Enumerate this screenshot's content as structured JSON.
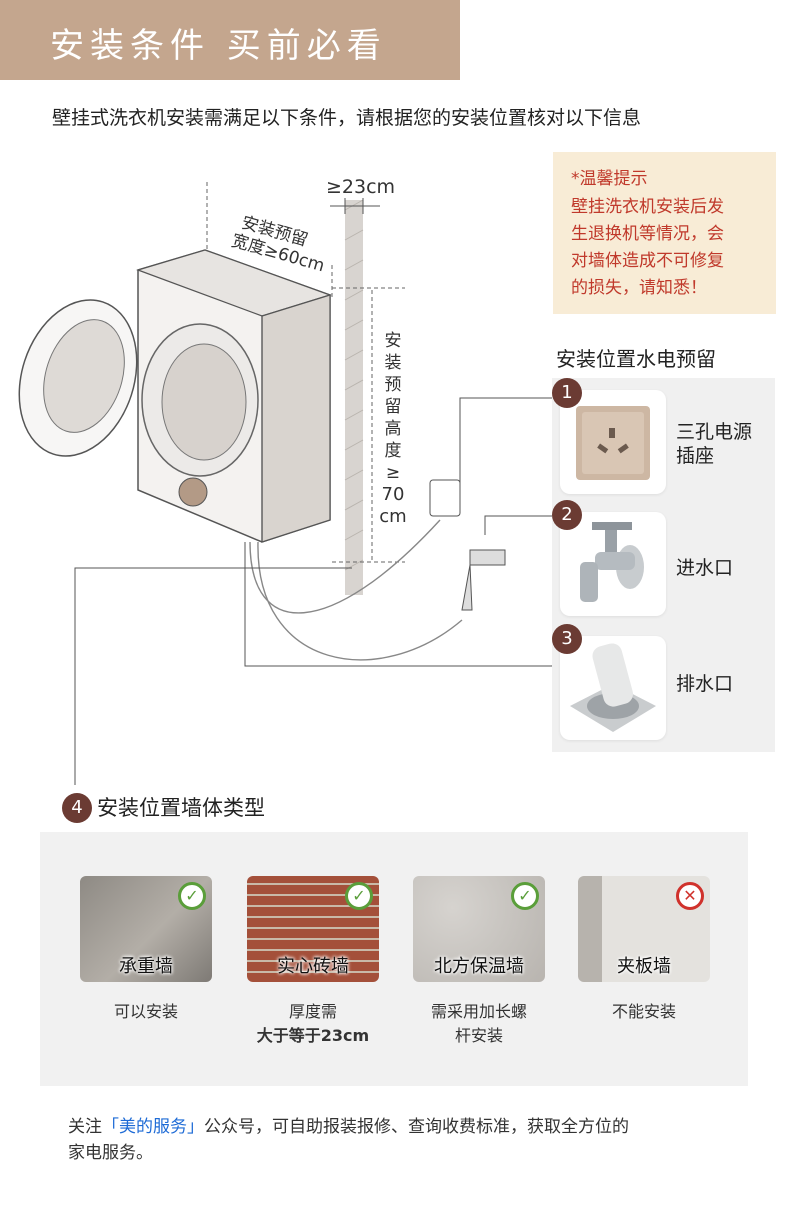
{
  "header": {
    "title": "安装条件 买前必看"
  },
  "intro": "壁挂式洗衣机安装需满足以下条件，请根据您的安装位置核对以下信息",
  "tip": {
    "lines": [
      "*温馨提示",
      "壁挂洗衣机安装后发",
      "生退换机等情况，会",
      "对墙体造成不可修复",
      "的损失，请知悉！"
    ]
  },
  "diagram": {
    "depth": "≥23cm",
    "width_line1": "安装预留",
    "width_line2": "宽度≥60cm",
    "height_chars": [
      "安",
      "装",
      "预",
      "留",
      "高",
      "度",
      "≥",
      "70",
      "cm"
    ]
  },
  "utilities": {
    "title": "安装位置水电预留",
    "items": [
      {
        "num": "1",
        "label_lines": [
          "三孔电源",
          "插座"
        ]
      },
      {
        "num": "2",
        "label_lines": [
          "进水口"
        ]
      },
      {
        "num": "3",
        "label_lines": [
          "排水口"
        ]
      }
    ]
  },
  "walls": {
    "num": "4",
    "title": "安装位置墙体类型",
    "items": [
      {
        "name": "承重墙",
        "status": "check",
        "desc_lines": [
          "可以安装"
        ]
      },
      {
        "name": "实心砖墙",
        "status": "check",
        "desc_lines": [
          "厚度需",
          "大于等于23cm"
        ]
      },
      {
        "name": "北方保温墙",
        "status": "check",
        "desc_lines": [
          "需采用加长螺",
          "杆安装"
        ]
      },
      {
        "name": "夹板墙",
        "status": "cross",
        "desc_lines": [
          "不能安装"
        ]
      }
    ]
  },
  "footer": {
    "prefix": "关注",
    "brand": "「美的服务」",
    "suffix_line1": "公众号，可自助报装报修、查询收费标准，获取全方位的",
    "line2": "家电服务。"
  },
  "colors": {
    "header": "#c4a68e",
    "badge": "#6b3b33",
    "tip_text": "#c0392b",
    "brand": "#1e6bd6",
    "check": "#5a9e3a",
    "cross": "#d0322c"
  },
  "icons": [
    "check-icon",
    "cross-icon",
    "socket-icon",
    "faucet-icon",
    "drain-icon"
  ]
}
